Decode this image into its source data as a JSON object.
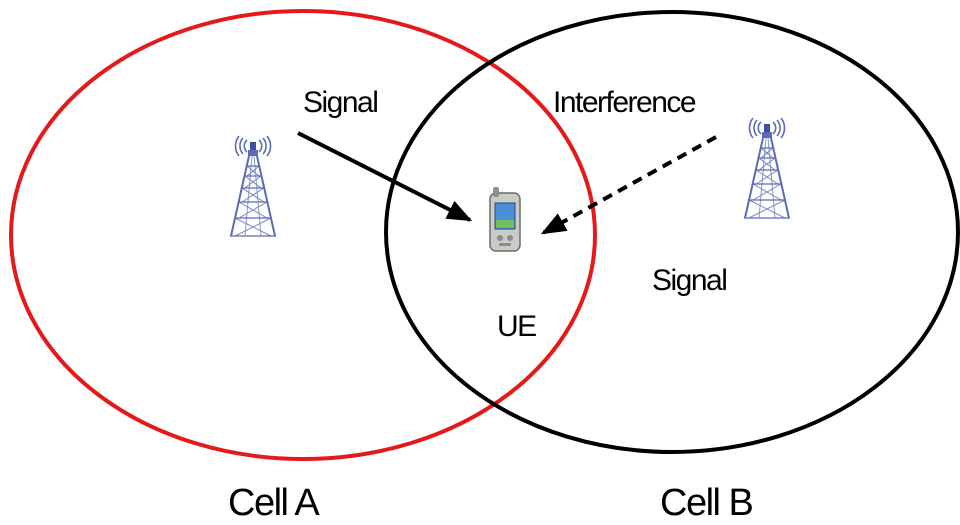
{
  "diagram": {
    "cell_a": {
      "label": "Cell A",
      "boundary_color": "#e41a1a"
    },
    "cell_b": {
      "label": "Cell B",
      "boundary_color": "#000000"
    },
    "ue": {
      "label": "UE"
    },
    "links": {
      "serving_signal": "Signal",
      "interference": "Interference",
      "neighbor_signal": "Signal"
    },
    "icons": {
      "tower_a": "cell-tower-icon",
      "tower_b": "cell-tower-icon",
      "ue_device": "pda-phone-icon"
    },
    "tower_color": "#5b6bb5"
  }
}
